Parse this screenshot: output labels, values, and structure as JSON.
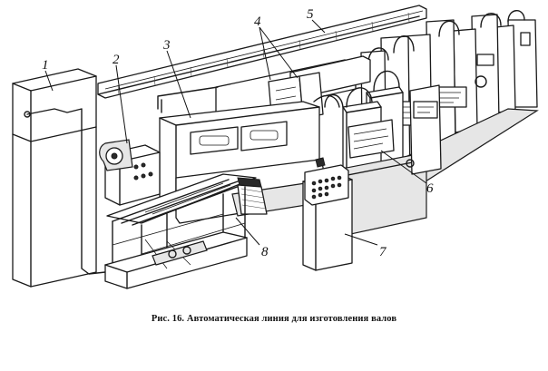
{
  "figure": {
    "labels": [
      "1",
      "2",
      "3",
      "4",
      "5",
      "6",
      "7",
      "8"
    ],
    "caption": "Рис. 16. Автоматическая линия для изготовления валов"
  }
}
